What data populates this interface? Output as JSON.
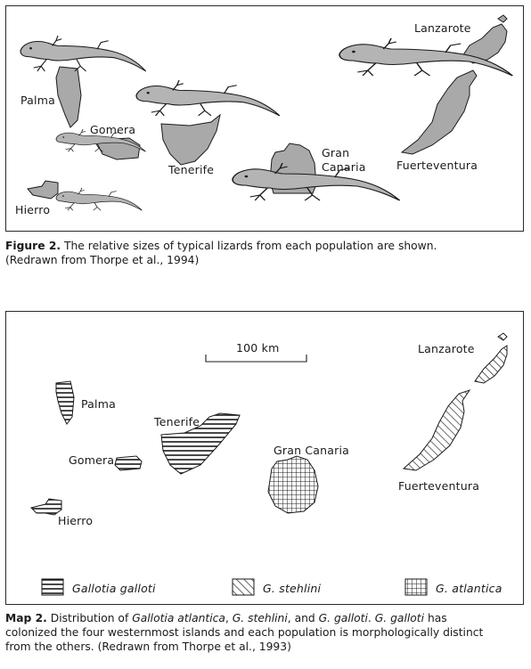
{
  "figure2": {
    "island_labels": {
      "palma": "Palma",
      "gomera": "Gomera",
      "tenerife": "Tenerife",
      "hierro": "Hierro",
      "gran_canaria_1": "Gran",
      "gran_canaria_2": "Canaria",
      "lanzarote": "Lanzarote",
      "fuerteventura": "Fuerteventura"
    },
    "caption_bold": "Figure 2.",
    "caption_text": " The relative sizes of typical lizards from each population are shown.",
    "caption_line2": "(Redrawn from Thorpe et al., 1994)"
  },
  "map2": {
    "scale_label": "100 km",
    "island_labels": {
      "palma": "Palma",
      "gomera": "Gomera",
      "tenerife": "Tenerife",
      "hierro": "Hierro",
      "gran_canaria": "Gran Canaria",
      "lanzarote": "Lanzarote",
      "fuerteventura": "Fuerteventura"
    },
    "legend": {
      "galloti": "Gallotia galloti",
      "stehlini": "G. stehlini",
      "atlantica": "G. atlantica"
    },
    "caption_bold": "Map 2.",
    "caption_parts": {
      "p1": " Distribution of ",
      "s1": "Gallotia atlantica",
      "p2": ", ",
      "s2": "G. stehlini",
      "p3": ", and ",
      "s3": "G. galloti",
      "p4": ". ",
      "s4": "G. galloti",
      "p5": " has"
    },
    "caption_line2": "colonized the four westernmost islands and each population is morphologically distinct",
    "caption_line3": "from the others. (Redrawn from Thorpe et al., 1993)"
  },
  "colors": {
    "island_fill": "#a9a9a9",
    "lizard_fill": "#b4b4b4",
    "outline": "#1a1a1a"
  }
}
